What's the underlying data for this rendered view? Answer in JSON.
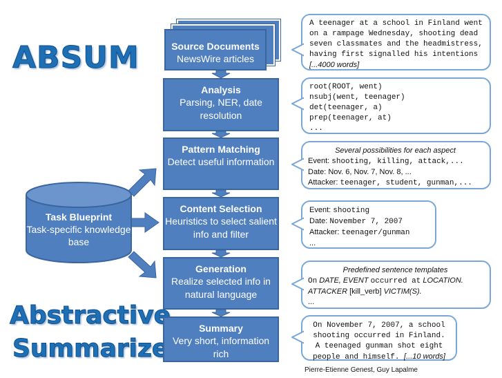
{
  "titles": {
    "absum": "ABSUM",
    "subtitle_line1": "Abstractive",
    "subtitle_line2": "Summarizer"
  },
  "steps": [
    {
      "title": "Source Documents",
      "body": "NewsWire articles"
    },
    {
      "title": "Analysis",
      "body": "Parsing, NER, date resolution"
    },
    {
      "title": "Pattern Matching",
      "body": "Detect useful information"
    },
    {
      "title": "Content Selection",
      "body": "Heuristics to select salient info and filter"
    },
    {
      "title": "Generation",
      "body": "Realize selected info in natural language"
    },
    {
      "title": "Summary",
      "body": "Very short, information rich"
    }
  ],
  "blueprint": {
    "title": "Task Blueprint",
    "body": "Task-specific knowledge base"
  },
  "bubbles": {
    "source": {
      "text": "A teenager at a school in Finland went on a rampage Wednesday, shooting dead seven classmates and the headmistress, having first signalled his intentions",
      "suffix": "[...4000 words]"
    },
    "analysis": [
      "root(ROOT, went)",
      "nsubj(went, teenager)",
      "det(teenager, a)",
      "prep(teenager, at)",
      "..."
    ],
    "pattern": {
      "header": "Several possibilities for each aspect",
      "event_label": "Event:",
      "event_value": "shooting, killing, attack,...",
      "date_label": "Date:",
      "date_value": "Nov. 6, Nov. 7, Nov. 8, ...",
      "attacker_label": "Attacker:",
      "attacker_value": "teenager, student, gunman,..."
    },
    "content": {
      "event_label": "Event:",
      "event_value": "shooting",
      "date_label": "Date:",
      "date_value": "November 7, 2007",
      "attacker_label": "Attacker:",
      "attacker_value": "teenager/gunman",
      "ellipsis": "..."
    },
    "generation": {
      "header": "Predefined sentence templates",
      "line1_a": "On",
      "line1_b": "DATE,",
      "line1_c": "EVENT",
      "line1_d": "occurred at",
      "line1_e": "LOCATION.",
      "line2_a": "ATTACKER",
      "line2_b": "[kill_verb]",
      "line2_c": "VICTIM(S).",
      "ellipsis": "..."
    },
    "summary": {
      "text": "On November 7, 2007, a school shooting occurred in Finland. A teenaged gunman shot eight people and himself.",
      "suffix": "[...10 words]"
    }
  },
  "credit": "Pierre-Etienne Genest, Guy Lapalme",
  "colors": {
    "box": "#4f7fbf",
    "border": "#3a669f",
    "title": "#1f6fb5",
    "bubble_border": "#7aa7d8"
  }
}
